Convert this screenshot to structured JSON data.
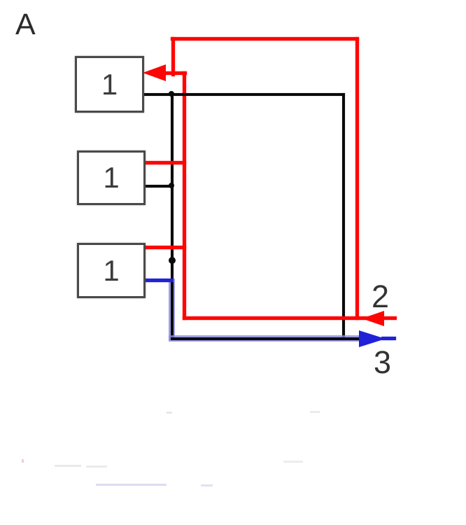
{
  "diagram": {
    "section_label": "A",
    "boxes": [
      {
        "label": "1"
      },
      {
        "label": "1"
      },
      {
        "label": "1"
      }
    ],
    "ports": {
      "inlet": {
        "label": "2",
        "line_color": "#fe0505",
        "arrow_direction": "left"
      },
      "outlet": {
        "label": "3",
        "line_color": "#2121d8",
        "arrow_direction": "right"
      }
    },
    "colors": {
      "red_line": "#fe0505",
      "black_line": "#0a0a0a",
      "blue_line": "#2121d8",
      "box_border": "#4a4a4a",
      "text": "#333333",
      "background": "#ffffff"
    }
  }
}
